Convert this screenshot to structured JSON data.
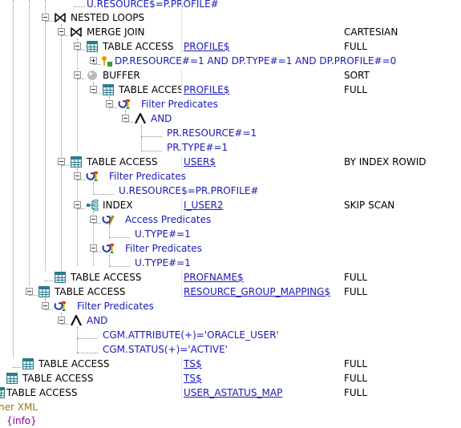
{
  "plan": {
    "rows": [
      {
        "label": "U.RESOURCE$=P.PROFILE#",
        "object": "",
        "options": ""
      },
      {
        "label": "NESTED LOOPS",
        "object": "",
        "options": ""
      },
      {
        "label": "MERGE JOIN",
        "object": "",
        "options": "CARTESIAN"
      },
      {
        "label": "TABLE ACCESS",
        "object": "PROFILE$",
        "options": "FULL"
      },
      {
        "label": "DP.RESOURCE#=1 AND DP.TYPE#=1 AND DP.PROFILE#=0",
        "object": "",
        "options": ""
      },
      {
        "label": "BUFFER",
        "object": "",
        "options": "SORT"
      },
      {
        "label": "TABLE ACCES",
        "object": "PROFILE$",
        "options": "FULL"
      },
      {
        "label": "Filter Predicates",
        "object": "",
        "options": ""
      },
      {
        "label": "AND",
        "object": "",
        "options": ""
      },
      {
        "label": "PR.RESOURCE#=1",
        "object": "",
        "options": ""
      },
      {
        "label": "PR.TYPE#=1",
        "object": "",
        "options": ""
      },
      {
        "label": "TABLE ACCESS",
        "object": "USER$",
        "options": "BY INDEX ROWID"
      },
      {
        "label": "Filter Predicates",
        "object": "",
        "options": ""
      },
      {
        "label": "U.RESOURCE$=PR.PROFILE#",
        "object": "",
        "options": ""
      },
      {
        "label": "INDEX",
        "object": "I_USER2",
        "options": "SKIP SCAN"
      },
      {
        "label": "Access Predicates",
        "object": "",
        "options": ""
      },
      {
        "label": "U.TYPE#=1",
        "object": "",
        "options": ""
      },
      {
        "label": "Filter Predicates",
        "object": "",
        "options": ""
      },
      {
        "label": "U.TYPE#=1",
        "object": "",
        "options": ""
      },
      {
        "label": "TABLE ACCESS",
        "object": "PROFNAME$",
        "options": "FULL"
      },
      {
        "label": "TABLE ACCESS",
        "object": "RESOURCE_GROUP_MAPPING$",
        "options": "FULL"
      },
      {
        "label": "Filter Predicates",
        "object": "",
        "options": ""
      },
      {
        "label": "AND",
        "object": "",
        "options": ""
      },
      {
        "label": "CGM.ATTRIBUTE(+)='ORACLE_USER'",
        "object": "",
        "options": ""
      },
      {
        "label": "CGM.STATUS(+)='ACTIVE'",
        "object": "",
        "options": ""
      },
      {
        "label": "TABLE ACCESS",
        "object": "TS$",
        "options": "FULL"
      },
      {
        "label": "TABLE ACCESS",
        "object": "TS$",
        "options": "FULL"
      },
      {
        "label": "TABLE ACCESS",
        "object": "USER_ASTATUS_MAP",
        "options": "FULL"
      },
      {
        "label": "her XML",
        "object": "",
        "options": ""
      },
      {
        "label": "{info}",
        "object": "",
        "options": ""
      }
    ]
  },
  "icons": {
    "table": "table-icon",
    "nested_loops": "nested-loops-icon",
    "merge_join": "merge-join-icon",
    "filter": "filter-icon",
    "access": "access-predicate-icon",
    "and": "and-icon",
    "buffer": "buffer-icon",
    "index": "index-icon",
    "predicate_key": "predicate-key-icon"
  },
  "colors": {
    "link": "#1a1ab4",
    "predicate_text": "#1a1ab4",
    "xml_text": "#a07a00",
    "info_text": "#8b008b",
    "tree_lines": "#8f8f8f",
    "table_icon": "#2b7a8c"
  }
}
